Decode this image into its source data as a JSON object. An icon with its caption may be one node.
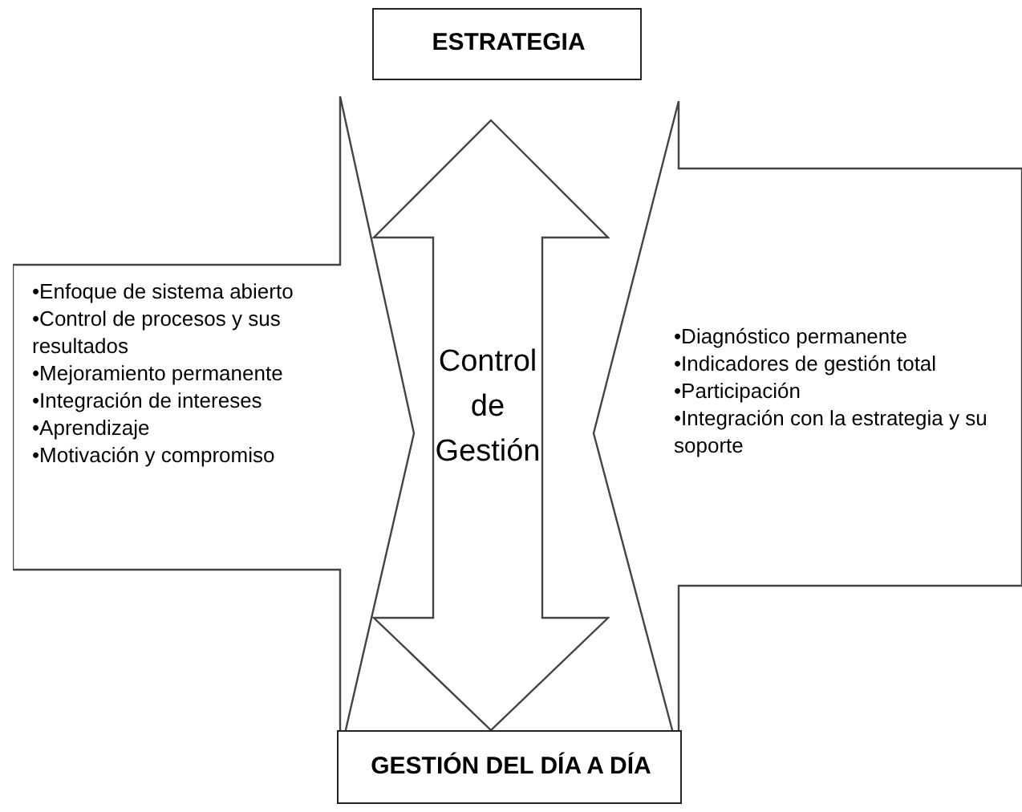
{
  "diagram": {
    "nodes": [
      {
        "text": [
          "ESTRATEGIA"
        ]
      },
      {
        "text": [
          "•Enfoque de sistema abierto",
          "•Control de procesos y sus resultados",
          "•Mejoramiento permanente",
          "•Integración de intereses",
          "•Aprendizaje",
          "•Motivación y compromiso"
        ]
      },
      {
        "text": [
          "Control de Gestión"
        ]
      },
      {
        "text": [
          "•Diagnóstico permanente",
          "•Indicadores  de gestión total",
          "•Participación",
          "•Integración con la estrategia y su soporte"
        ]
      },
      {
        "text": [
          "GESTIÓN DEL DÍA A DÍA"
        ]
      }
    ]
  }
}
